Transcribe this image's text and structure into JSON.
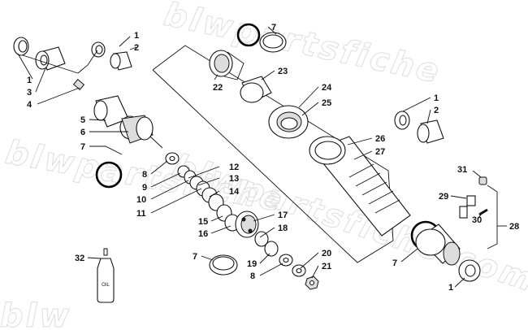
{
  "watermark": {
    "text_top": "blwpartsfiche",
    "text_left": "blwpartsfiche",
    "text_mid": "blwpartsfiche.com",
    "text_bottom": "blw"
  },
  "oil_bottle": {
    "label": "OIL"
  },
  "callouts": {
    "c1a": "1",
    "c2a": "2",
    "c1b": "1",
    "c3": "3",
    "c4": "4",
    "c5": "5",
    "c6": "6",
    "c7a": "7",
    "c8a": "8",
    "c9": "9",
    "c10": "10",
    "c11": "11",
    "c12": "12",
    "c13": "13",
    "c14": "14",
    "c15": "15",
    "c16": "16",
    "c17": "17",
    "c18": "18",
    "c7b": "7",
    "c19": "19",
    "c8b": "8",
    "c20": "20",
    "c21": "21",
    "c32": "32",
    "c7c": "7",
    "c22": "22",
    "c23": "23",
    "c24": "24",
    "c25": "25",
    "c26": "26",
    "c27": "27",
    "c1c": "1",
    "c2b": "2",
    "c31": "31",
    "c29": "29",
    "c30": "30",
    "c28": "28",
    "c7d": "7",
    "c1d": "1"
  }
}
